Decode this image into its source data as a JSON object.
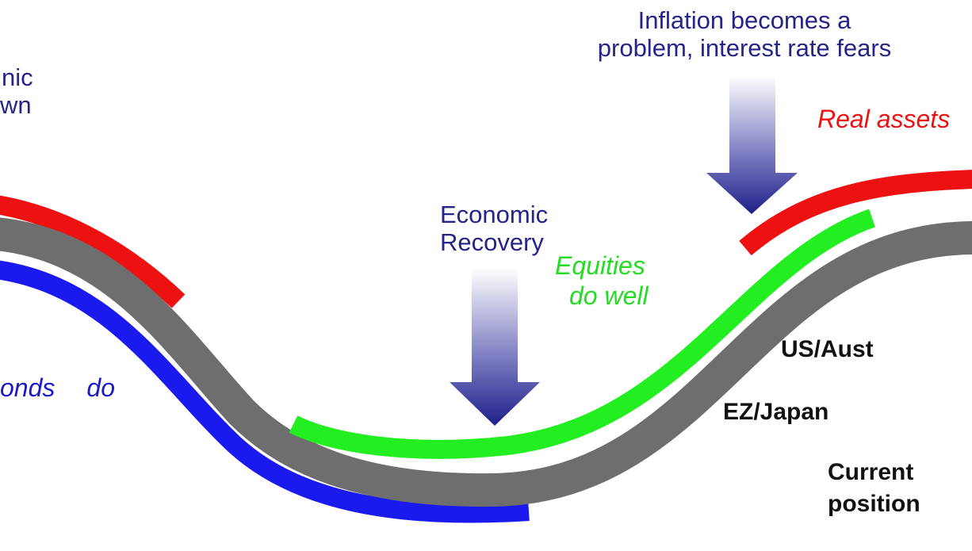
{
  "labels": {
    "downturn_line1": "nic",
    "downturn_line2": "wn",
    "inflation_line1": "Inflation becomes a",
    "inflation_line2": "problem, interest rate fears",
    "real_assets": "Real assets",
    "recovery_line1": "Economic",
    "recovery_line2": "Recovery",
    "equities_line1": "Equities",
    "equities_line2": "do well",
    "bonds_word1": "onds",
    "bonds_word2": "do",
    "us_aust": "US/Aust",
    "ez_japan": "EZ/Japan",
    "current_line1": "Current",
    "current_line2": "position"
  },
  "colors": {
    "cycle_curve": "#6e6e6e",
    "real_assets": "#ee1111",
    "equities": "#22ee22",
    "bonds": "#1a1aee",
    "arrow_dark": "#1f1f8a",
    "arrow_light": "#ffffff",
    "annotation_text": "#24248a"
  },
  "icons": {
    "arrows": "down-arrow-icon"
  }
}
